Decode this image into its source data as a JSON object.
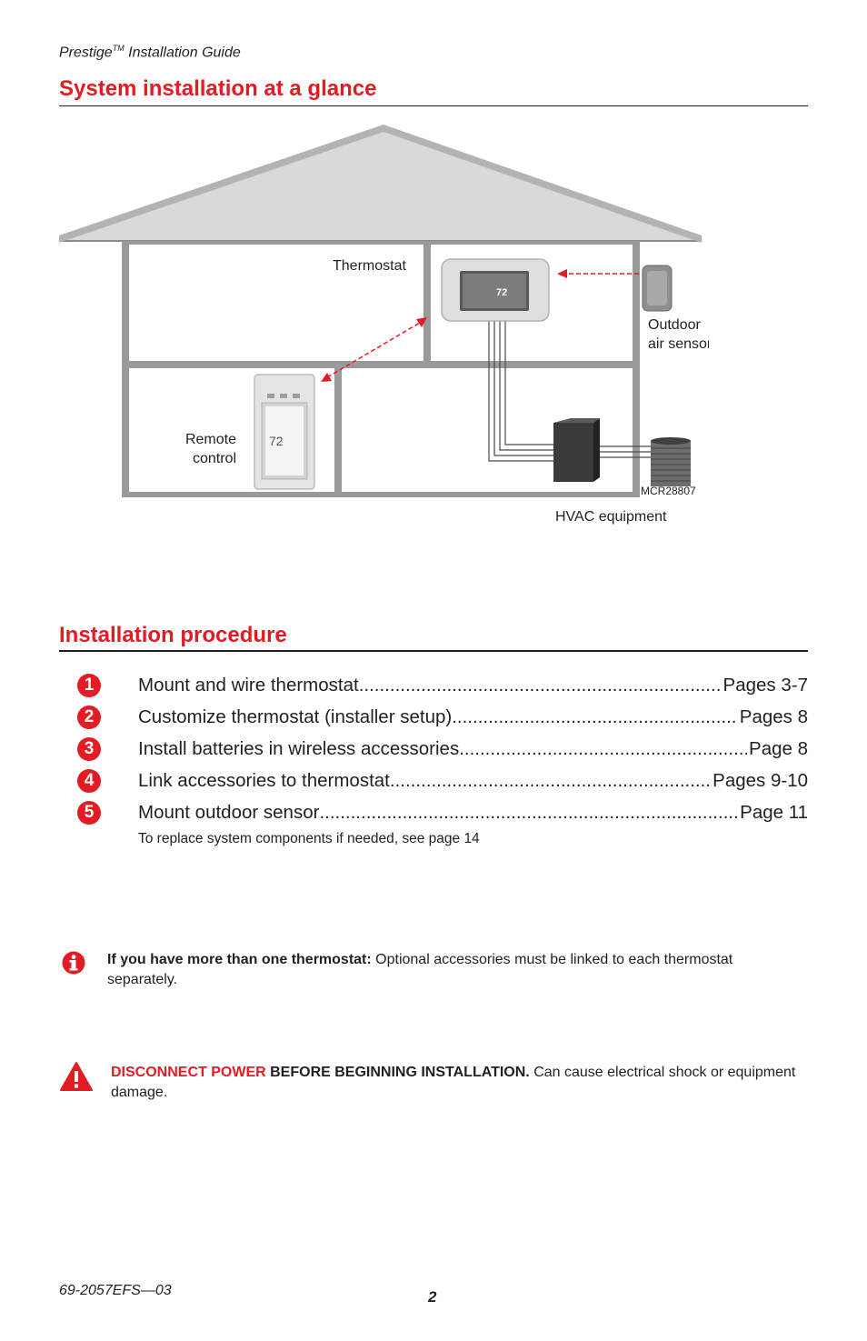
{
  "header": {
    "product": "Prestige",
    "trademark": "TM",
    "guide": " Installation Guide"
  },
  "sections": {
    "glance_title": "System installation at a glance",
    "procedure_title": "Installation procedure"
  },
  "diagram": {
    "labels": {
      "thermostat": "Thermostat",
      "outdoor_line1": "Outdoor",
      "outdoor_line2": "air sensor",
      "remote_line1": "Remote",
      "remote_line2": "control",
      "model_code": "MCR28807",
      "hvac": "HVAC equipment"
    },
    "thermostat_screen_temp": "72",
    "remote_screen_temp": "72",
    "colors": {
      "wireless_link": "#e31b23",
      "wall": "#8c8c8c",
      "wall_fill": "#e0e0e0"
    }
  },
  "procedure": {
    "steps": [
      {
        "num": "1",
        "text": "Mount and wire thermostat",
        "page": "Pages 3-7"
      },
      {
        "num": "2",
        "text": "Customize thermostat (installer setup) ",
        "page": "Pages 8"
      },
      {
        "num": "3",
        "text": "Install batteries in wireless accessories",
        "page": "Page 8"
      },
      {
        "num": "4",
        "text": "Link accessories to thermostat",
        "page": "Pages 9-10"
      },
      {
        "num": "5",
        "text": "Mount outdoor sensor ",
        "page": "Page 11"
      }
    ],
    "note": "To replace system components if needed, see page 14"
  },
  "info_note": {
    "icon": "info-icon",
    "lead": "If you have more than one thermostat:",
    "body": " Optional accessories must be linked to each thermostat separately."
  },
  "warning": {
    "icon": "warning-icon",
    "red_lead": "DISCONNECT POWER",
    "bold": " BEFORE BEGINNING INSTALLATION.",
    "body": " Can cause electrical shock or equipment damage."
  },
  "colors": {
    "accent": "#e31b23",
    "text": "#231f20"
  },
  "footer": {
    "doc_code": "69-2057EFS—03",
    "page_number": "2"
  }
}
